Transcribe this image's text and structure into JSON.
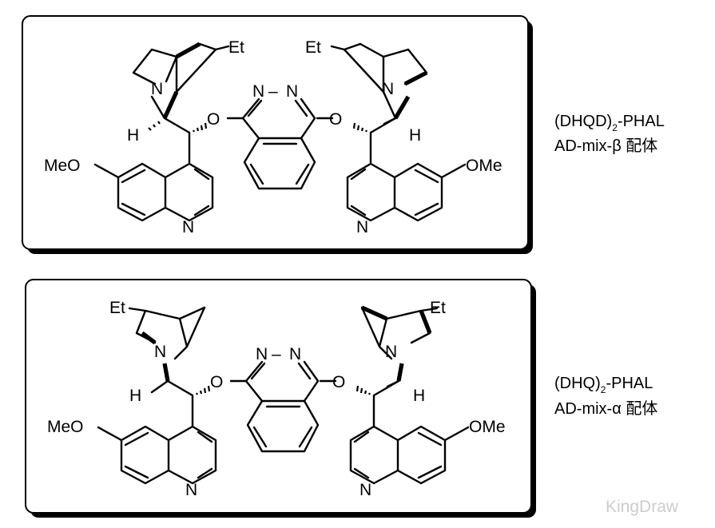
{
  "panels": [
    {
      "atoms": {
        "et_left": "Et",
        "n_quin_left": "N",
        "h_left": "H",
        "o_left": "O",
        "meo_left": "MeO",
        "n_py_left": "N",
        "n1": "N",
        "n2": "N",
        "dash": "–",
        "et_right": "Et",
        "n_quin_right": "N",
        "h_right": "H",
        "o_right": "O",
        "ome_right": "OMe",
        "n_py_right": "N"
      },
      "label_line1_main": "(DHQD)",
      "label_line1_sub": "2",
      "label_line1_tail": "-PHAL",
      "label_line2": "AD-mix-β 配体"
    },
    {
      "atoms": {
        "et_left": "Et",
        "n_quin_left": "N",
        "h_left": "H",
        "o_left": "O",
        "meo_left": "MeO",
        "n_py_left": "N",
        "n1": "N",
        "n2": "N",
        "dash": "–",
        "et_right": "Et",
        "n_quin_right": "N",
        "h_right": "H",
        "o_right": "O",
        "ome_right": "OMe",
        "n_py_right": "N"
      },
      "label_line1_main": "(DHQ)",
      "label_line1_sub": "2",
      "label_line1_tail": "-PHAL",
      "label_line2": "AD-mix-α 配体"
    }
  ],
  "watermark": "KingDraw"
}
